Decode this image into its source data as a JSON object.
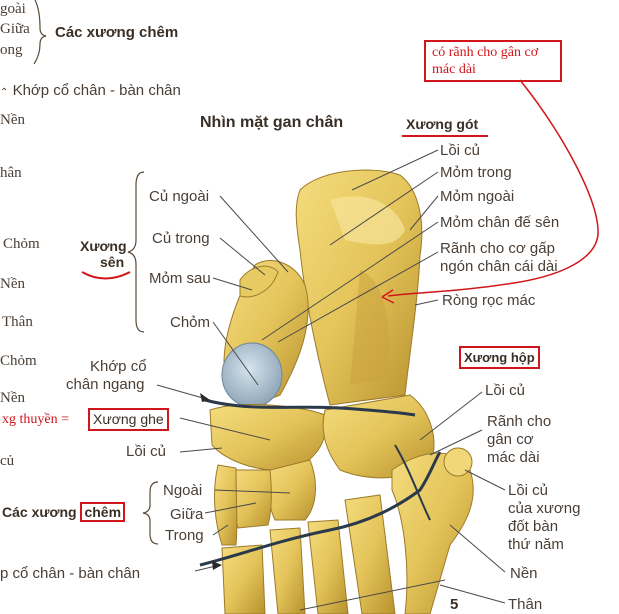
{
  "title": "Nhìn mặt gan chân",
  "edge_left": {
    "ngoai": "goài",
    "giua": "Giữa",
    "trong": "ong",
    "cac_xuong_chem": "Các xương chêm",
    "khop_co_chan": "Khớp cổ chân - bàn chân",
    "nen1": "Nền",
    "than1": "hân",
    "chom1": "Chỏm",
    "nen2": "Nền",
    "than2": "Thân",
    "chom2": "Chỏm",
    "nen3": "Nền",
    "cu": "củ",
    "khop_bottom": "p cổ chân - bàn chân"
  },
  "talus": {
    "group_line1": "Xương",
    "group_line2": "sên",
    "cu_ngoai": "Củ ngoài",
    "cu_trong": "Củ trong",
    "mom_sau": "Mỏm sau",
    "chom": "Chỏm"
  },
  "calcaneus": {
    "title": "Xương gót",
    "loi_cu": "Lồi củ",
    "mom_trong": "Mỏm trong",
    "mom_ngoai": "Mỏm ngoài",
    "mom_chan_de_sen": "Mỏm chân đế sên",
    "ranh_line1": "Rãnh cho cơ gấp",
    "ranh_line2": "ngón chân cái dài",
    "rong_roc_mac": "Ròng rọc mác"
  },
  "annotation": {
    "text_line1": "có rãnh cho gân cơ",
    "text_line2": "mác dài",
    "xg_thuyen": "xg thuyền =",
    "color": "#d0161b"
  },
  "cuboid": {
    "title": "Xương hộp",
    "loi_cu": "Lồi củ",
    "ranh_line1": "Rãnh cho",
    "ranh_line2": "gân cơ",
    "ranh_line3": "mác dài"
  },
  "navicular": {
    "khop_line1": "Khớp cổ",
    "khop_line2": "chân ngang",
    "xuong_ghe": "Xương ghe",
    "loi_cu": "Lồi củ"
  },
  "cuneiforms": {
    "label": "Các xương ",
    "label_boxed": "chêm",
    "ngoai": "Ngoài",
    "giua": "Giữa",
    "trong": "Trong"
  },
  "metatarsal5": {
    "loi_cu_line1": "Lồi củ",
    "loi_cu_line2": "của xương",
    "loi_cu_line3": "đốt bàn",
    "loi_cu_line4": "thứ năm",
    "nen": "Nền",
    "than": "Thân",
    "number": "5"
  }
}
